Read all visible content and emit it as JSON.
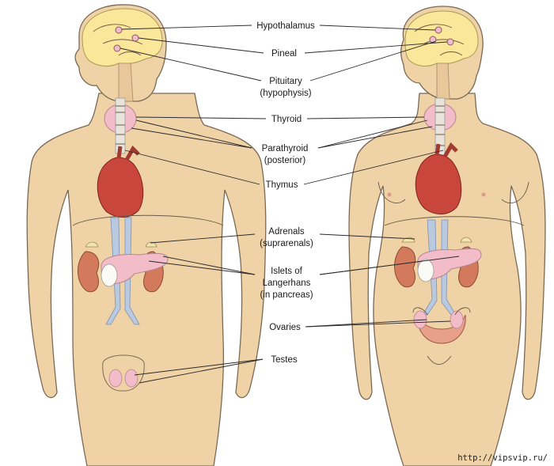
{
  "labels": {
    "hypothalamus": "Hypothalamus",
    "pineal": "Pineal",
    "pituitary": "Pituitary",
    "pituitary_sub": "(hypophysis)",
    "thyroid": "Thyroid",
    "parathyroid": "Parathyroid",
    "parathyroid_sub": "(posterior)",
    "thymus": "Thymus",
    "adrenals": "Adrenals",
    "adrenals_sub": "(suprarenals)",
    "islets_1": "Islets of",
    "islets_2": "Langerhans",
    "islets_3": "(in pancreas)",
    "ovaries": "Ovaries",
    "testes": "Testes"
  },
  "watermark": "http://vipsvip.ru/",
  "colors": {
    "skin": "#efd2a6",
    "brain": "#fbe79a",
    "thyroid": "#f2bcc8",
    "heart": "#c8463c",
    "kidney": "#d47a5c",
    "vessel": "#b9c9e0",
    "ink": "#1a1a1a"
  }
}
